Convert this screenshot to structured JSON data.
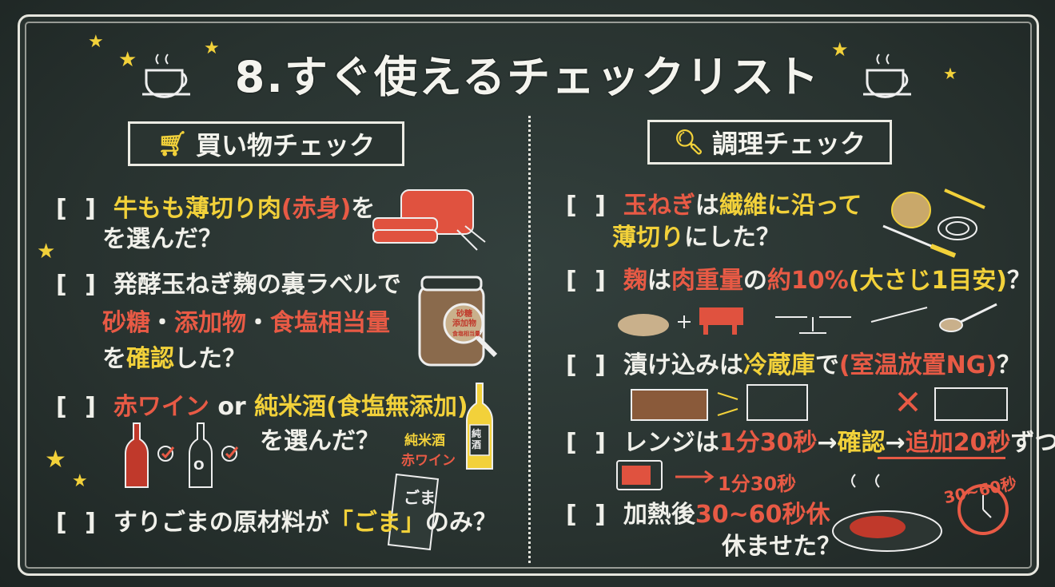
{
  "title": "8.すぐ使えるチェックリスト",
  "colors": {
    "white": "#f0f0ea",
    "yellow": "#f2d13a",
    "red": "#e85a45",
    "board": "#28322f"
  },
  "shopping": {
    "heading": "買い物チェック",
    "icon": "shopping-cart-icon",
    "items": [
      {
        "checkbox": "[ ]",
        "lines": [
          [
            {
              "text": "牛もも薄切り肉",
              "color": "yellow"
            },
            {
              "text": "(赤身)",
              "color": "red"
            },
            {
              "text": "を",
              "color": "white"
            }
          ],
          [
            {
              "text": "を選んだ？",
              "color": "white"
            }
          ]
        ]
      },
      {
        "checkbox": "[ ]",
        "lines": [
          [
            {
              "text": "発酵玉ねぎ麹の裏ラベルで",
              "color": "white"
            }
          ],
          [
            {
              "text": "砂糖",
              "color": "red"
            },
            {
              "text": "・",
              "color": "white"
            },
            {
              "text": "添加物",
              "color": "red"
            },
            {
              "text": "・",
              "color": "white"
            },
            {
              "text": "食塩相当量",
              "color": "red"
            }
          ],
          [
            {
              "text": "を",
              "color": "white"
            },
            {
              "text": "確認",
              "color": "yellow"
            },
            {
              "text": "した？",
              "color": "white"
            }
          ]
        ]
      },
      {
        "checkbox": "[ ]",
        "lines": [
          [
            {
              "text": "赤ワイン",
              "color": "red"
            },
            {
              "text": " or ",
              "color": "white"
            },
            {
              "text": "純米酒",
              "color": "yellow"
            },
            {
              "text": "(食塩無添加)",
              "color": "yellow"
            }
          ],
          [
            {
              "text": "を選んだ？",
              "color": "white"
            }
          ]
        ]
      },
      {
        "checkbox": "[ ]",
        "lines": [
          [
            {
              "text": "すりごまの原材料が",
              "color": "white"
            },
            {
              "text": "「ごま」",
              "color": "yellow"
            },
            {
              "text": "のみ？",
              "color": "white"
            }
          ]
        ]
      }
    ],
    "jar_label": [
      "砂糖",
      "添加物",
      "食塩相当量"
    ],
    "bottle_labels": {
      "sake": "純米酒",
      "wine": "赤ワイン",
      "bottle_glyph": "純\n酒",
      "sake_bottle_mark": "O"
    },
    "sesame_bag_label": "ごま"
  },
  "cooking": {
    "heading": "調理チェック",
    "icon": "magnifier-icon",
    "items": [
      {
        "checkbox": "[ ]",
        "lines": [
          [
            {
              "text": "玉ねぎ",
              "color": "red"
            },
            {
              "text": "は",
              "color": "white"
            },
            {
              "text": "繊維に沿って",
              "color": "yellow"
            }
          ],
          [
            {
              "text": "薄切り",
              "color": "yellow"
            },
            {
              "text": "にした？",
              "color": "white"
            }
          ]
        ]
      },
      {
        "checkbox": "[ ]",
        "lines": [
          [
            {
              "text": "麹",
              "color": "red"
            },
            {
              "text": "は",
              "color": "white"
            },
            {
              "text": "肉重量",
              "color": "red"
            },
            {
              "text": "の",
              "color": "white"
            },
            {
              "text": "約10%",
              "color": "red"
            },
            {
              "text": "(大さじ1目安)",
              "color": "yellow"
            },
            {
              "text": "？",
              "color": "white"
            }
          ]
        ]
      },
      {
        "checkbox": "[ ]",
        "lines": [
          [
            {
              "text": "漬け込みは",
              "color": "white"
            },
            {
              "text": "冷蔵庫",
              "color": "yellow"
            },
            {
              "text": "で",
              "color": "white"
            },
            {
              "text": "(室温放置NG)",
              "color": "red"
            },
            {
              "text": "？",
              "color": "white"
            }
          ]
        ]
      },
      {
        "checkbox": "[ ]",
        "lines": [
          [
            {
              "text": "レンジは",
              "color": "white"
            },
            {
              "text": "1分30秒",
              "color": "red"
            },
            {
              "text": "→",
              "color": "white"
            },
            {
              "text": "確認",
              "color": "yellow"
            },
            {
              "text": "→",
              "color": "white"
            },
            {
              "text": "追加20秒",
              "color": "red"
            },
            {
              "text": "ずつ？",
              "color": "white"
            }
          ]
        ]
      },
      {
        "checkbox": "[ ]",
        "lines": [
          [
            {
              "text": "加熱後",
              "color": "white"
            },
            {
              "text": "30~60秒休",
              "color": "red"
            }
          ],
          [
            {
              "text": "休ませた？",
              "color": "white"
            }
          ]
        ]
      }
    ],
    "microwave_label": "1分30秒",
    "clock_label": "30~60秒"
  }
}
